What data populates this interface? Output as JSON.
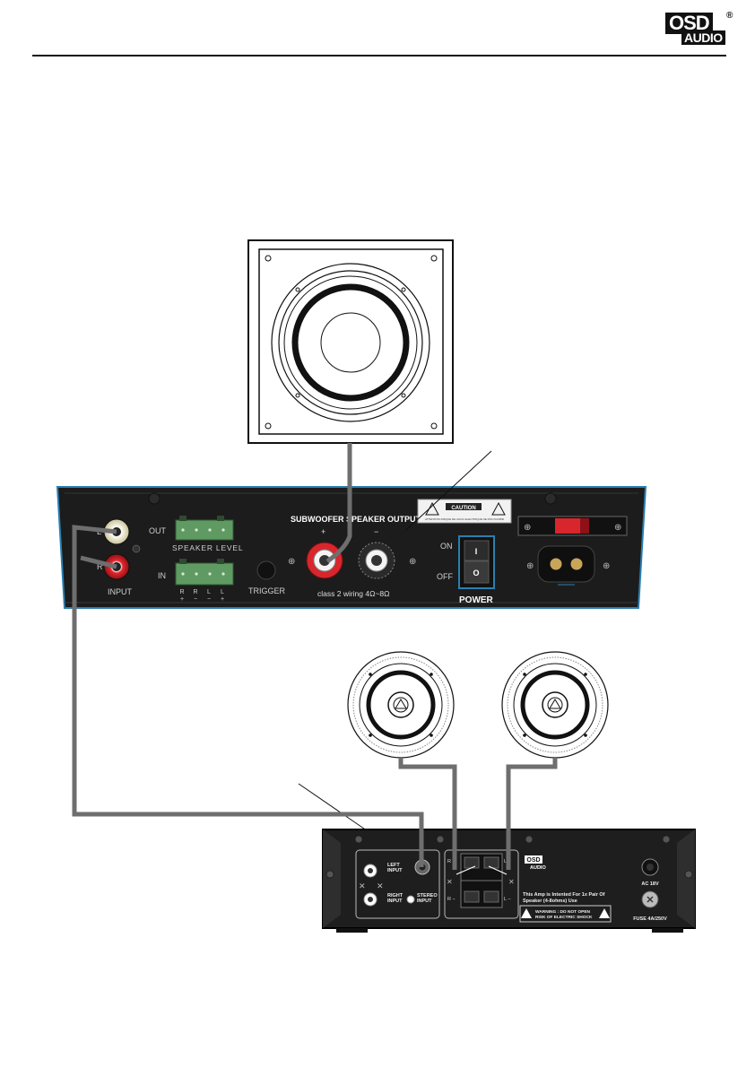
{
  "logo": {
    "top": "OSD",
    "bottom": "AUDIO",
    "reg": "®"
  },
  "amp_rear": {
    "input_left": "L",
    "input_right": "R",
    "input_label": "INPUT",
    "out_label": "OUT",
    "in_label": "IN",
    "speaker_level_label": "SPEAKER LEVEL",
    "terminal_labels": [
      "R",
      "R",
      "L",
      "L"
    ],
    "terminal_signs": [
      "+",
      "−",
      "−",
      "+"
    ],
    "trigger_label": "TRIGGER",
    "sub_output_label": "SUBWOOFER SPEAKER OUTPUT",
    "plus": "+",
    "minus": "−",
    "wiring_note": "class 2 wiring  4Ω~8Ω",
    "caution_title": "CAUTION",
    "caution_line": "ATTENTION RISQUE DE CHOC ELECTRIQUE NE PAS OUVRIR",
    "on_label": "ON",
    "off_label": "OFF",
    "switch_on": "I",
    "switch_off": "O",
    "power_label": "POWER"
  },
  "mini_amp": {
    "left_input": [
      "LEFT",
      "INPUT"
    ],
    "right_input": [
      "RIGHT",
      "INPUT"
    ],
    "stereo_input": [
      "STEREO",
      "INPUT"
    ],
    "r_plus": "R +",
    "r_minus": "R −",
    "l_plus": "L +",
    "l_minus": "L −",
    "brand_top": "OSD",
    "brand_bottom": "AUDIO",
    "notice": [
      "This Amp is Intented For 1x Pair Of",
      "Speaker (4-8ohms) Use"
    ],
    "warning": [
      "WARNING : DO NOT OPEN",
      "RISK OF ELECTRIC SHOCK"
    ],
    "ac_label": "AC 18V",
    "fuse_label": "FUSE 4A/250V"
  },
  "colors": {
    "cable": "#6e6e6e",
    "panel": "#1c1c1c",
    "panel_edge": "#2a7fb0",
    "terminal_green": "#5f9a63",
    "rca_red": "#d8262d",
    "rca_white": "#f3f0e0",
    "fuse_red": "#d8262d"
  }
}
